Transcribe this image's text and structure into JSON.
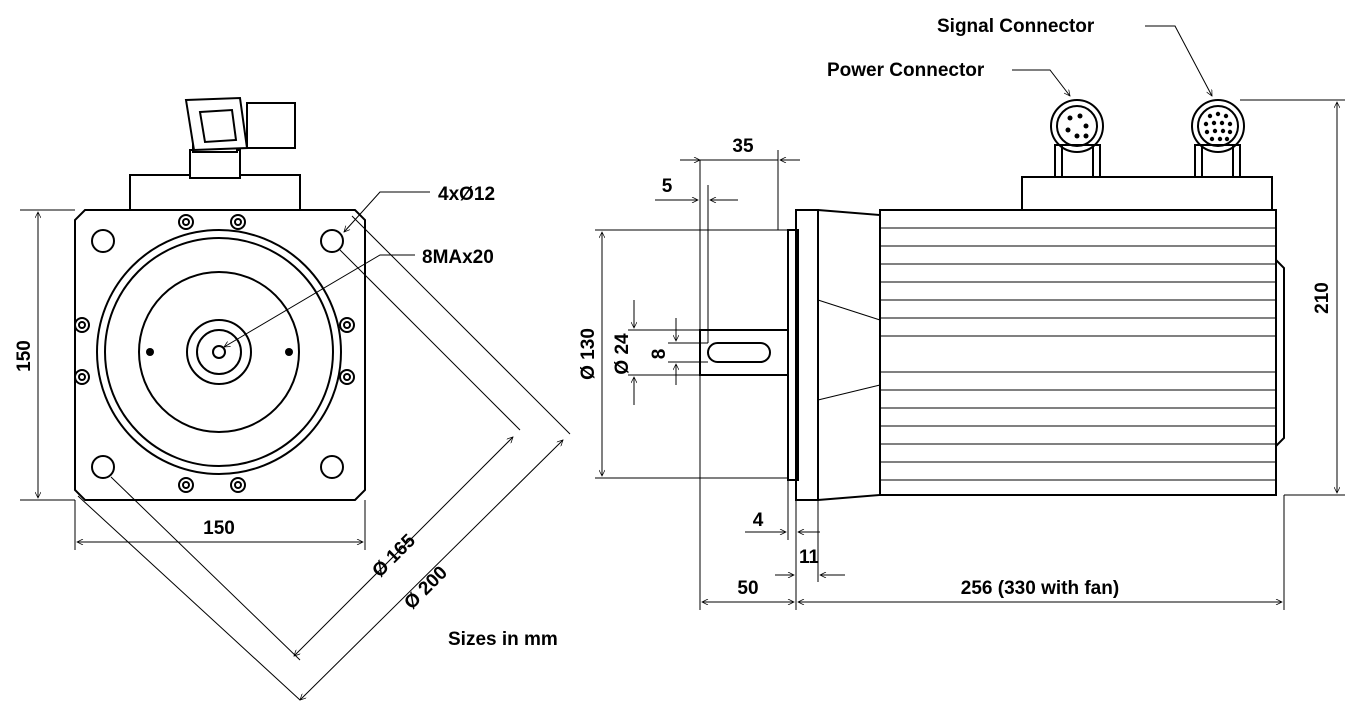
{
  "labels": {
    "signal_connector": "Signal Connector",
    "power_connector": "Power Connector",
    "holes": "4xØ12",
    "thread": "8MAx20",
    "sizes_note": "Sizes in mm"
  },
  "dimensions": {
    "front_height": "150",
    "front_width": "150",
    "pitch_circle": "Ø 165",
    "outer_circle": "Ø 200",
    "shaft_length": "35",
    "shaft_offset": "5",
    "pilot_dia": "Ø 130",
    "shaft_dia": "Ø 24",
    "key_width": "8",
    "pilot_depth": "4",
    "flange_thickness": "11",
    "shaft_total": "50",
    "body_length": "256  (330 with fan)",
    "total_height": "210"
  }
}
